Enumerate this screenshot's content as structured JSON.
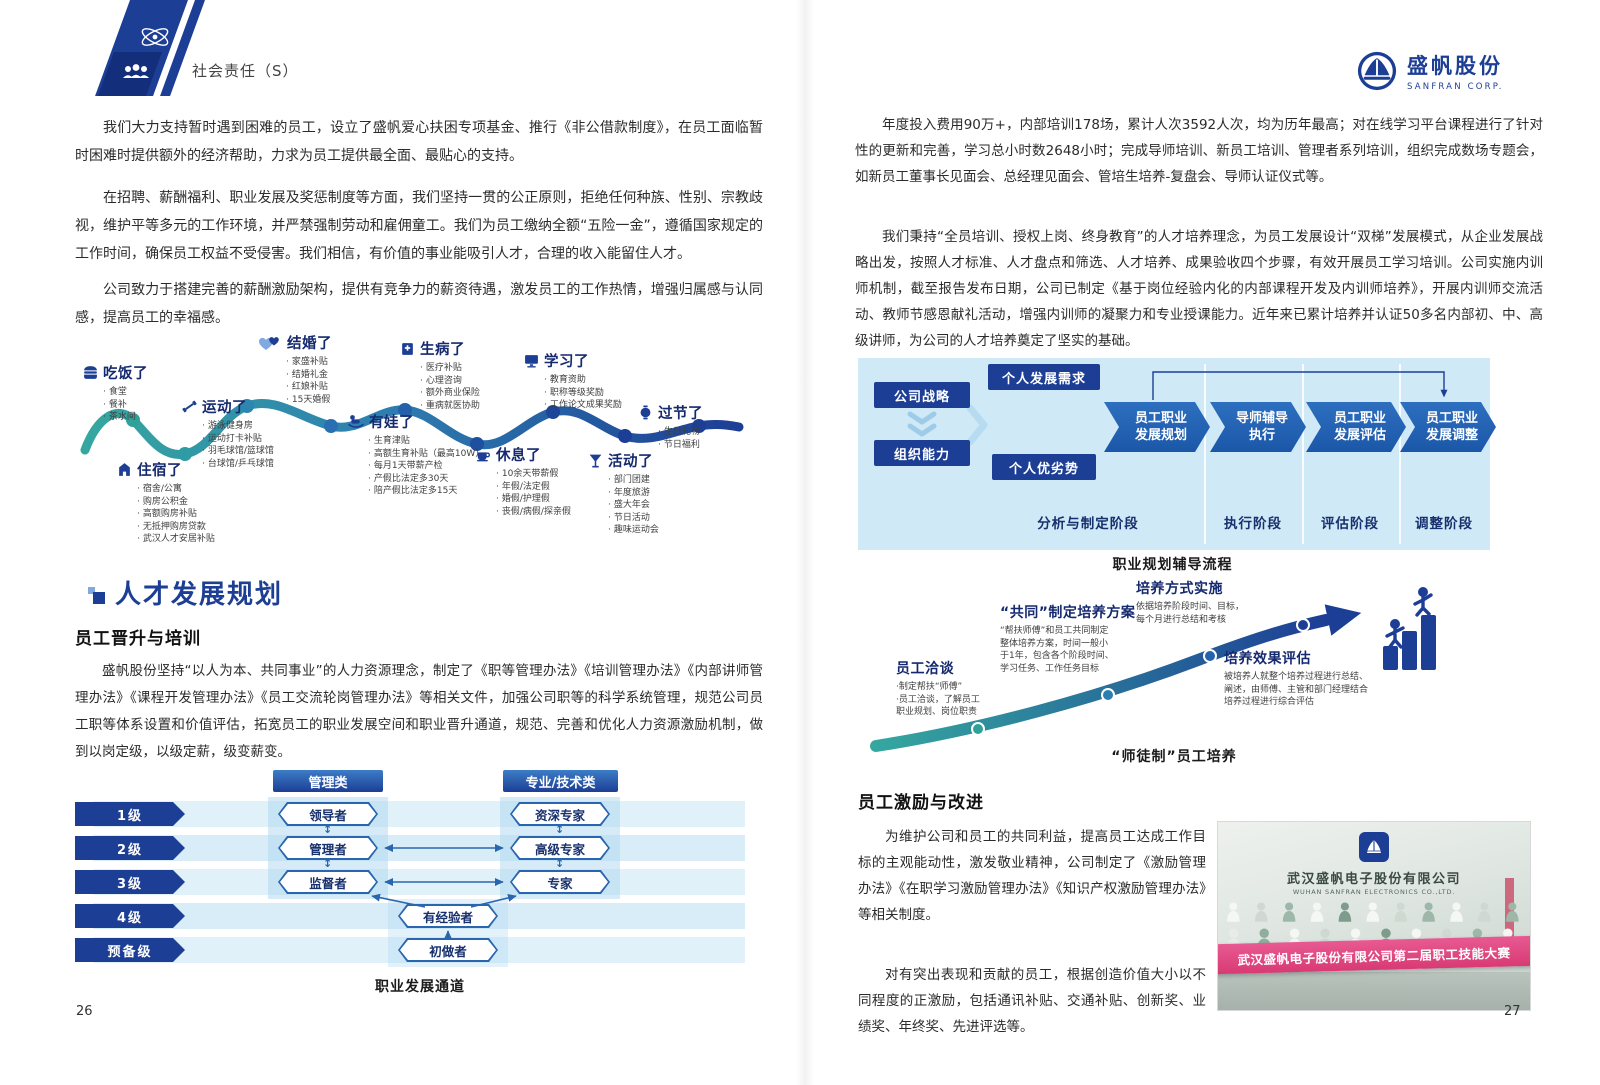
{
  "header": {
    "section_label": "社会责任（S）",
    "brand_name": "盛帆股份",
    "brand_sub": "SANFRAN CORP."
  },
  "footer": {
    "page_left": "26",
    "page_right": "27"
  },
  "left_page": {
    "paragraphs": [
      "我们大力支持暂时遇到困难的员工，设立了盛帆爱心扶困专项基金、推行《非公借款制度》，在员工面临暂时困难时提供额外的经济帮助，力求为员工提供最全面、最贴心的支持。",
      "在招聘、薪酬福利、职业发展及奖惩制度等方面，我们坚持一贯的公正原则，拒绝任何种族、性别、宗教歧视，维护平等多元的工作环境，并严禁强制劳动和雇佣童工。我们为员工缴纳全额“五险一金”，遵循国家规定的工作时间，确保员工权益不受侵害。我们相信，有价值的事业能吸引人才，合理的收入能留住人才。",
      "公司致力于搭建完善的薪酬激励架构，提供有竞争力的薪资待遇，激发员工的工作热情，增强归属感与认同感，提高员工的幸福感。"
    ],
    "journey": {
      "milestones": [
        {
          "title": "吃饭了",
          "icon": "meal-icon",
          "items": [
            "食堂",
            "餐补",
            "茶水间"
          ]
        },
        {
          "title": "运动了",
          "icon": "sport-icon",
          "items": [
            "游泳健身房",
            "运动打卡补贴",
            "羽毛球馆/篮球馆",
            "台球馆/乒乓球馆"
          ]
        },
        {
          "title": "住宿了",
          "icon": "housing-icon",
          "items": [
            "宿舍/公寓",
            "购房公积金",
            "高额购房补贴",
            "无抵押购房贷款",
            "武汉人才安居补贴"
          ]
        },
        {
          "title": "结婚了",
          "icon": "marriage-icon",
          "items": [
            "家盛补贴",
            "结婚礼金",
            "红娘补贴",
            "15天婚假"
          ]
        },
        {
          "title": "有娃了",
          "icon": "baby-icon",
          "items": [
            "生育津贴",
            "高额生育补贴（最高10W）",
            "每月1天带薪产检",
            "产假比法定多30天",
            "陪产假比法定多15天"
          ]
        },
        {
          "title": "生病了",
          "icon": "medical-icon",
          "items": [
            "医疗补贴",
            "心理咨询",
            "额外商业保险",
            "重病就医协助"
          ]
        },
        {
          "title": "休息了",
          "icon": "rest-icon",
          "items": [
            "10余天带薪假",
            "年假/法定假",
            "婚假/护理假",
            "丧假/病假/探亲假"
          ]
        },
        {
          "title": "学习了",
          "icon": "study-icon",
          "items": [
            "教育资助",
            "职称等级奖励",
            "工作论文成果奖励"
          ]
        },
        {
          "title": "活动了",
          "icon": "activity-icon",
          "items": [
            "部门团建",
            "年度旅游",
            "盛大年会",
            "节日活动",
            "趣味运动会"
          ]
        },
        {
          "title": "过节了",
          "icon": "festival-icon",
          "items": [
            "生日礼物",
            "节日福利"
          ]
        }
      ]
    },
    "section_title": "人才发展规划",
    "subsection_title": "员工晋升与培训",
    "promotion_paragraph": "盛帆股份坚持“以人为本、共同事业”的人力资源理念，制定了《职等管理办法》《培训管理办法》《内部讲师管理办法》《课程开发管理办法》《员工交流轮岗管理办法》等相关文件，加强公司职等的科学系统管理，规范公司员工职等体系设置和价值评估，拓宽员工的职业发展空间和职业晋升通道，规范、完善和优化人力资源激励机制，做到以岗定级，以级定薪，级变薪变。",
    "career_diagram": {
      "caption": "职业发展通道",
      "levels": [
        "1级",
        "2级",
        "3级",
        "4级",
        "预备级"
      ],
      "track_management": {
        "name": "管理类",
        "roles": [
          "领导者",
          "管理者",
          "监督者"
        ]
      },
      "track_professional": {
        "name": "专业/技术类",
        "roles": [
          "资深专家",
          "高级专家",
          "专家"
        ]
      },
      "base_roles": [
        "有经验者",
        "初做者"
      ]
    }
  },
  "right_page": {
    "paragraphs": [
      "年度投入费用90万+，内部培训178场，累计人次3592人次，均为历年最高；对在线学习平台课程进行了针对性的更新和完善，学习总小时数2648小时；完成导师培训、新员工培训、管理者系列培训，组织完成数场专题会，如新员工董事长见面会、总经理见面会、管培生培养-复盘会、导师认证仪式等。",
      "我们秉持“全员培训、授权上岗、终身教育”的人才培养理念，为员工发展设计“双梯”发展模式，从企业发展战略出发，按照人才标准、人才盘点和筛选、人才培养、成果验收四个步骤，有效开展员工学习培训。公司实施内训师机制，截至报告发布日期，公司已制定《基于岗位经验内化的内部课程开发及内训师培养》，开展内训师交流活动、教师节感恩献礼活动，增强内训师的凝聚力和专业授课能力。近年来已累计培养并认证50多名内部初、中、高级讲师，为公司的人才培养奠定了坚实的基础。"
    ],
    "flow_diagram": {
      "caption": "职业规划辅导流程",
      "inputs": [
        "公司战略",
        "组织能力",
        "个人发展需求",
        "个人优劣势"
      ],
      "steps": [
        "员工职业\n发展规划",
        "导师辅导\n执行",
        "员工职业\n发展评估",
        "员工职业\n发展调整"
      ],
      "phases": [
        "分析与制定阶段",
        "执行阶段",
        "评估阶段",
        "调整阶段"
      ]
    },
    "mentor_diagram": {
      "caption": "“师徒制”员工培养",
      "stages": [
        {
          "title": "员工洽谈",
          "desc": "·制定帮扶“师傅”\n·员工洽谈，了解员工\n职业规划、岗位职责"
        },
        {
          "title": "“共同”制定培养方案",
          "desc": "“帮扶师傅”和员工共同制定\n整体培养方案，时间一般小\n于1年，包含各个阶段时间、\n学习任务、工作任务目标"
        },
        {
          "title": "培养方式实施",
          "desc": "依据培养阶段时间、目标，\n每个月进行总结和考核"
        },
        {
          "title": "培养效果评估",
          "desc": "被培养人就整个培养过程进行总结、\n阐述，由师傅、主管和部门经理结合\n培养过程进行综合评估"
        }
      ]
    },
    "incentive": {
      "title": "员工激励与改进",
      "paragraphs": [
        "为维护公司和员工的共同利益，提高员工达成工作目标的主观能动性，激发敬业精神，公司制定了《激励管理办法》《在职学习激励管理办法》《知识产权激励管理办法》等相关制度。",
        "对有突出表现和贡献的员工，根据创造价值大小以不同程度的正激励，包括通讯补贴、交通补贴、创新奖、业绩奖、年终奖、先进评选等。"
      ]
    },
    "photo": {
      "wall_text_cn": "武汉盛帆电子股份有限公司",
      "wall_text_en": "WUHAN SANFRAN ELECTRONICS CO.,LTD.",
      "banner_text": "武汉盛帆电子股份有限公司第二届职工技能大赛"
    }
  }
}
